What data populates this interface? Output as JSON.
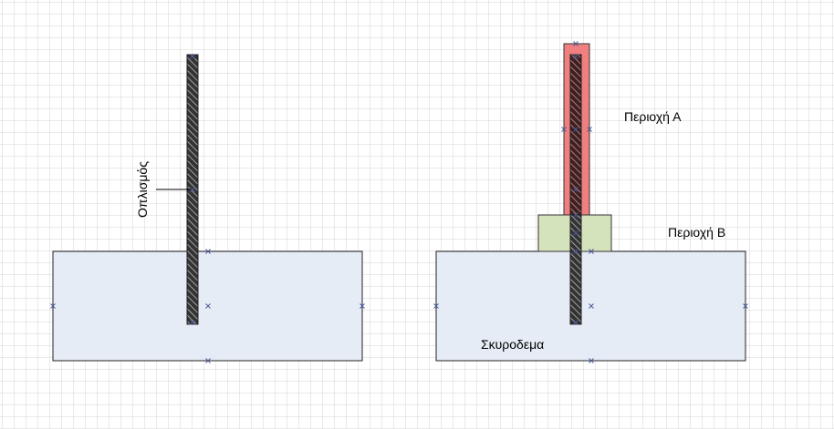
{
  "labels": {
    "rebar_left": "Οπλισμός",
    "region_a": "Περιοχή Α",
    "region_b": "Περιοχή Β",
    "concrete": "Σκυροδεμα"
  },
  "colors": {
    "grid": "#d4d4d4",
    "concrete_fill": "#e6ecf6",
    "rebar": "#3a3a3a",
    "region_a_fill": "#f08080",
    "region_b_fill": "#d5e3bd",
    "handle": "#4a5a9a"
  }
}
